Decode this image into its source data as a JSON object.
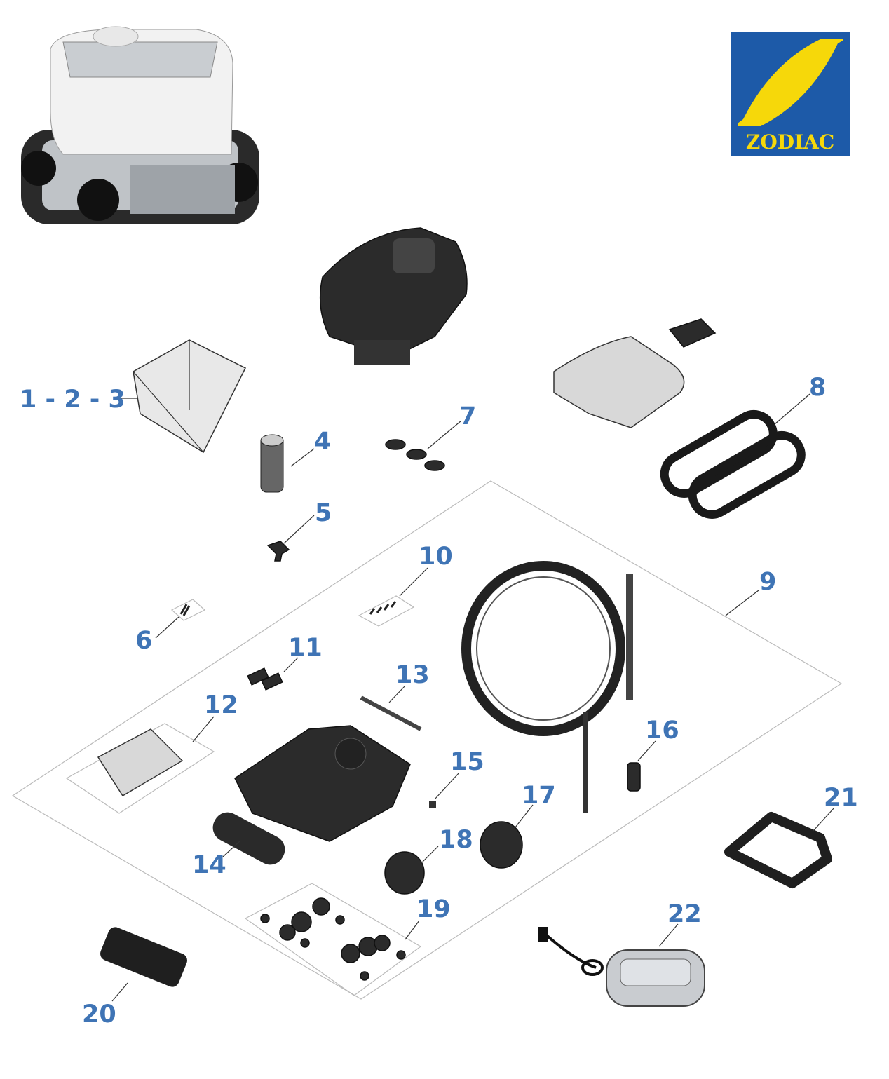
{
  "brand": {
    "name": "ZODIAC",
    "blue": "#1d5aa8",
    "yellow": "#f6d80a"
  },
  "label_color": "#3f74b5",
  "labels": {
    "p123": "1 - 2 - 3",
    "p4": "4",
    "p5": "5",
    "p6": "6",
    "p7": "7",
    "p8": "8",
    "p9": "9",
    "p10": "10",
    "p11": "11",
    "p12": "12",
    "p13": "13",
    "p14": "14",
    "p15": "15",
    "p16": "16",
    "p17": "17",
    "p18": "18",
    "p19": "19",
    "p20": "20",
    "p21": "21",
    "p22": "22"
  }
}
